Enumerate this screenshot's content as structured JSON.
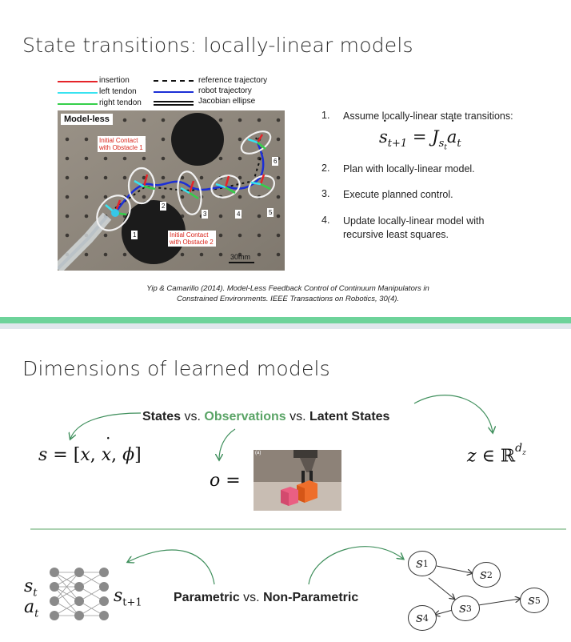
{
  "slide1": {
    "title": "State transitions: locally-linear models",
    "figure": {
      "legend": {
        "insertion": "insertion",
        "left_tendon": "left tendon",
        "right_tendon": "right tendon",
        "reference_trajectory": "reference trajectory",
        "robot_trajectory": "robot trajectory",
        "jacobian_ellipse": "Jacobian ellipse"
      },
      "panel_label": "Model-less",
      "contact1": "Initial Contact\nwith Obstacle 1",
      "contact2": "Initial Contact\nwith Obstacle 2",
      "scale": "30mm",
      "markers": [
        "1",
        "2",
        "3",
        "4",
        "5",
        "6"
      ]
    },
    "steps": [
      {
        "num": "1.",
        "text": "Assume locally-linear state transitions:"
      },
      {
        "num": "2.",
        "text": "Plan with locally-linear model."
      },
      {
        "num": "3.",
        "text": "Execute planned control."
      },
      {
        "num": "4.",
        "text": "Update locally-linear model with\nrecursive least squares."
      }
    ],
    "caption_line1": "Yip & Camarillo (2014). Model-Less Feedback Control of Continuum Manipulators in",
    "caption_line2": "Constrained Environments. IEEE Transactions on Robotics, 30(4)."
  },
  "slide2": {
    "title": "Dimensions of learned models",
    "header": {
      "states": "States",
      "vs1": " vs. ",
      "observations": "Observations",
      "vs2": " vs. ",
      "latent": "Latent States"
    },
    "param_header": {
      "parametric": "Parametric",
      "vs": " vs. ",
      "nonparametric": "Non-Parametric"
    },
    "photo_tag": "(a)",
    "graph_nodes": [
      {
        "id": "s1",
        "base": "s",
        "sub": "1"
      },
      {
        "id": "s2",
        "base": "s",
        "sub": "2"
      },
      {
        "id": "s3",
        "base": "s",
        "sub": "3"
      },
      {
        "id": "s4",
        "base": "s",
        "sub": "4"
      },
      {
        "id": "s5",
        "base": "s",
        "sub": "5"
      }
    ]
  },
  "colors": {
    "divider": "#6dd39a",
    "arrow": "#3f8f5c",
    "observations": "#5aa466"
  }
}
